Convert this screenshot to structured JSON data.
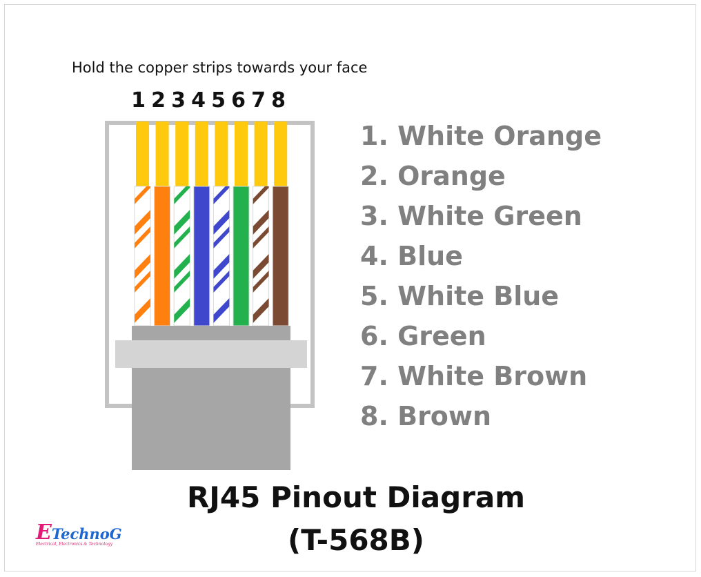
{
  "instruction": "Hold the copper strips towards your face",
  "pin_numbers": [
    "1",
    "2",
    "3",
    "4",
    "5",
    "6",
    "7",
    "8"
  ],
  "pins": [
    {
      "label": "1. White Orange",
      "base": "#ffffff",
      "stripe": "#ff7f0f",
      "striped": true
    },
    {
      "label": "2. Orange",
      "base": "#ff7f0f",
      "striped": false
    },
    {
      "label": "3. White Green",
      "base": "#ffffff",
      "stripe": "#22b14c",
      "striped": true
    },
    {
      "label": "4. Blue",
      "base": "#3f48cc",
      "striped": false
    },
    {
      "label": "5. White Blue",
      "base": "#ffffff",
      "stripe": "#3f48cc",
      "striped": true
    },
    {
      "label": "6. Green",
      "base": "#22b14c",
      "striped": false
    },
    {
      "label": "7. White Brown",
      "base": "#ffffff",
      "stripe": "#7a4a32",
      "striped": true
    },
    {
      "label": "8. Brown",
      "base": "#7a4a32",
      "striped": false
    }
  ],
  "colors": {
    "copper": "#ffc90e",
    "housing": "#c3c3c3",
    "cable": "#a6a6a6",
    "crimp_bar": "#d4d4d4",
    "label_text": "#808080"
  },
  "title": "RJ45 Pinout Diagram",
  "subtitle": "(T-568B)",
  "logo": {
    "initial": "E",
    "name": "TechnoG",
    "tagline": "Electrical, Electronics & Technology"
  }
}
